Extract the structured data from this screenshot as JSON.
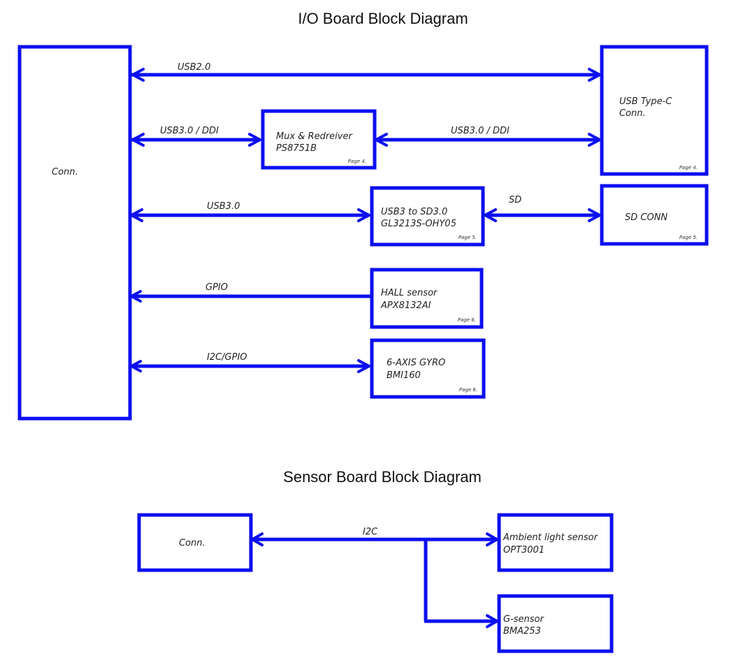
{
  "colors": {
    "accent": "#0d0ff0",
    "text": "#222222"
  },
  "io_board": {
    "title": "I/O Board Block Diagram",
    "blocks": {
      "conn": {
        "lines": [
          "Conn."
        ]
      },
      "usbc": {
        "lines": [
          "USB Type-C",
          "Conn."
        ],
        "page": "Page 4."
      },
      "mux": {
        "lines": [
          "Mux & Redreiver",
          "PS8751B"
        ],
        "page": "Page 4."
      },
      "sdbridge": {
        "lines": [
          "USB3 to SD3.0",
          "GL3213S-OHY05"
        ],
        "page": "Page 5."
      },
      "sdconn": {
        "lines": [
          "SD CONN"
        ],
        "page": "Page 5."
      },
      "hall": {
        "lines": [
          "HALL sensor",
          "APX8132AI"
        ],
        "page": "Page 6."
      },
      "gyro": {
        "lines": [
          "6-AXIS GYRO",
          "BMI160"
        ],
        "page": "Page 6."
      }
    },
    "links": {
      "usb2": "USB2.0",
      "usb3ddi_a": "USB3.0 / DDI",
      "usb3ddi_b": "USB3.0 / DDI",
      "usb3": "USB3.0",
      "sd": "SD",
      "gpio": "GPIO",
      "i2cgpio": "I2C/GPIO"
    }
  },
  "sensor_board": {
    "title": "Sensor Board Block Diagram",
    "blocks": {
      "conn": {
        "lines": [
          "Conn."
        ]
      },
      "als": {
        "lines": [
          "Ambient light sensor",
          "OPT3001"
        ]
      },
      "gsensor": {
        "lines": [
          "G-sensor",
          "BMA253"
        ]
      }
    },
    "links": {
      "i2c": "I2C"
    }
  }
}
